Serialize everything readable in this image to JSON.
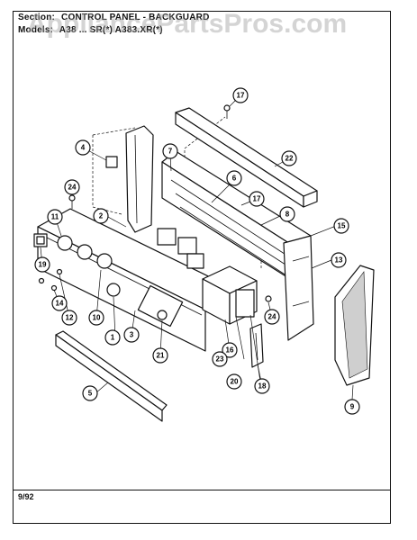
{
  "header": {
    "section_label": "Section:",
    "section_value": "CONTROL PANEL - BACKGUARD",
    "models_label": "Models:",
    "models_value": "A38 ... SR(*) A383.XR(*)"
  },
  "watermark": "AppliancePartsPros.com",
  "footer": {
    "date": "9/92"
  },
  "callouts": [
    "1",
    "2",
    "3",
    "4",
    "5",
    "6",
    "7",
    "8",
    "9",
    "10",
    "11",
    "12",
    "13",
    "14",
    "15",
    "16",
    "17",
    "17",
    "18",
    "19",
    "20",
    "21",
    "22",
    "23",
    "24",
    "24"
  ]
}
